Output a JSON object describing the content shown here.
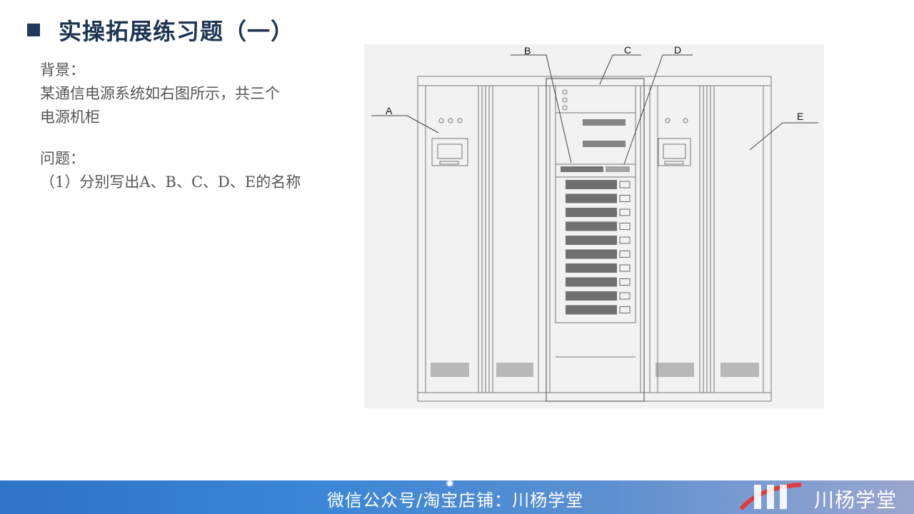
{
  "slide": {
    "title": "实操拓展练习题（一）",
    "background_label": "背景：",
    "background_line1": "某通信电源系统如右图所示，共三个",
    "background_line2": "电源机柜",
    "question_label": "问题：",
    "question_text": "（1）分别写出A、B、C、D、E的名称"
  },
  "figure": {
    "callouts": [
      "A",
      "B",
      "C",
      "D",
      "E"
    ]
  },
  "footer": {
    "text": "微信公众号/淘宝店铺：川杨学堂",
    "brand": "川杨学堂"
  },
  "colors": {
    "title": "#1e3552",
    "bullet": "#1f3a5a",
    "footer_start": "#2f73c6",
    "footer_end": "#9aa6cf"
  }
}
